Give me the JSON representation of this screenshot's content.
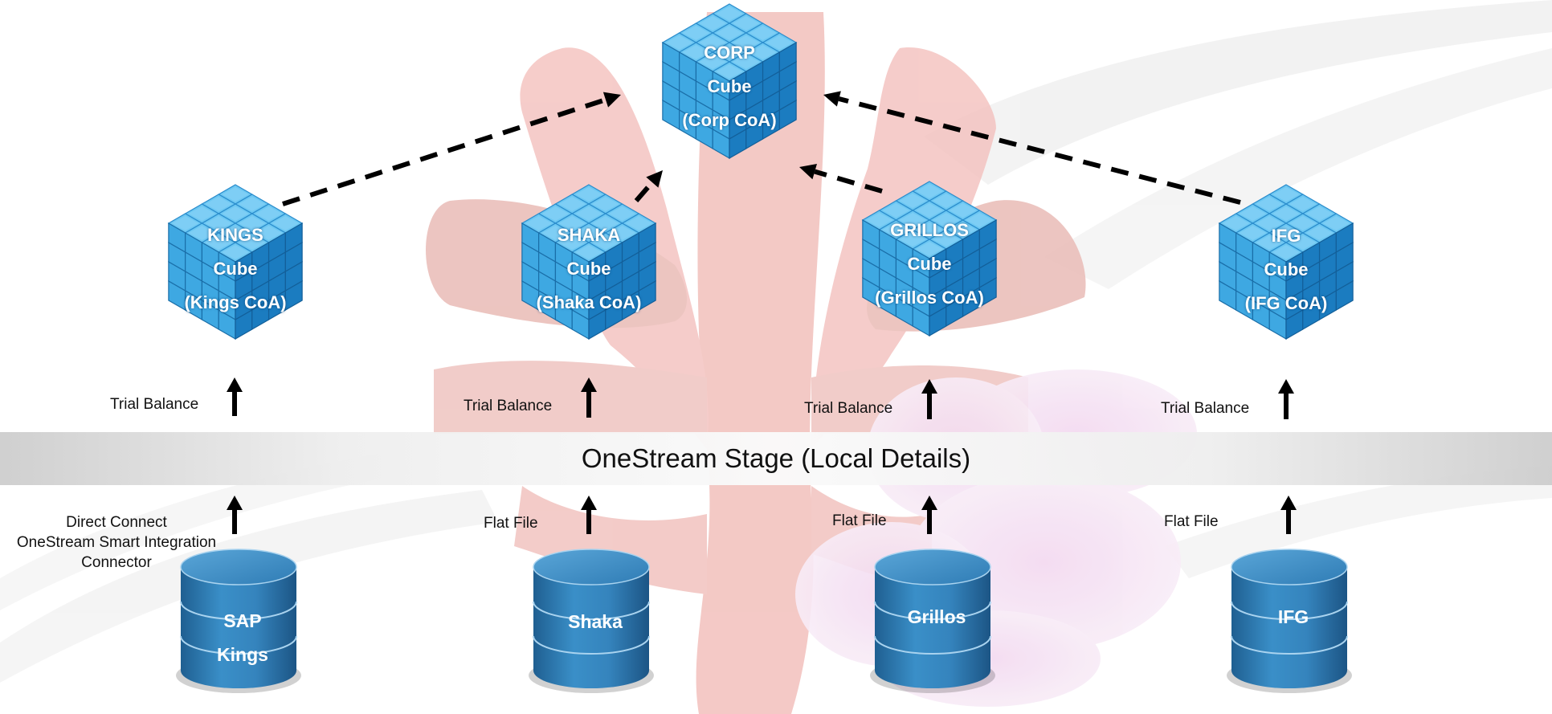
{
  "stage": {
    "label": "OneStream Stage (Local Details)"
  },
  "cubes": [
    {
      "id": "corp",
      "lines": [
        "CORP",
        "Cube",
        "(Corp CoA)"
      ]
    },
    {
      "id": "kings",
      "lines": [
        "KINGS",
        "Cube",
        "(Kings CoA)"
      ]
    },
    {
      "id": "shaka",
      "lines": [
        "SHAKA",
        "Cube",
        "(Shaka CoA)"
      ]
    },
    {
      "id": "grillos",
      "lines": [
        "GRILLOS",
        "Cube",
        "(Grillos CoA)"
      ]
    },
    {
      "id": "ifg",
      "lines": [
        "IFG",
        "Cube",
        "(IFG CoA)"
      ]
    }
  ],
  "databases": [
    {
      "id": "kings",
      "lines": [
        "SAP",
        "Kings"
      ]
    },
    {
      "id": "shaka",
      "lines": [
        "Shaka"
      ]
    },
    {
      "id": "grillos",
      "lines": [
        "Grillos"
      ]
    },
    {
      "id": "ifg",
      "lines": [
        "IFG"
      ]
    }
  ],
  "trial_balance_labels": [
    "Trial Balance",
    "Trial Balance",
    "Trial Balance",
    "Trial Balance"
  ],
  "source_labels": {
    "kings": [
      "Direct Connect",
      "OneStream Smart Integration",
      "Connector"
    ],
    "shaka": "Flat File",
    "grillos": "Flat File",
    "ifg": "Flat File"
  },
  "colors": {
    "cube_top": "#6cc7f2",
    "cube_left": "#3ea8e2",
    "cube_right": "#1b7cc0",
    "db_body": "#2e7fb8",
    "arrow": "#000000",
    "stage_bar": "#d9d9d9",
    "background_motif": "#f2b9b5"
  }
}
